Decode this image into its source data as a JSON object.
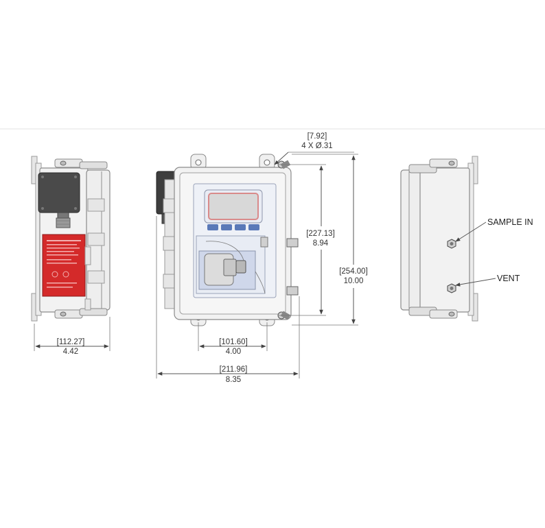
{
  "dimensions": {
    "hole_mm": "[7.92]",
    "hole_in": "4 X Ø.31",
    "depth_mm": "[112.27]",
    "depth_in": "4.42",
    "inner_height_mm": "[227.13]",
    "inner_height_in": "8.94",
    "height_mm": "[254.00]",
    "height_in": "10.00",
    "mount_width_mm": "[101.60]",
    "mount_width_in": "4.00",
    "width_mm": "[211.96]",
    "width_in": "8.35"
  },
  "callouts": {
    "sample_in": "SAMPLE IN",
    "vent": "VENT"
  },
  "colors": {
    "label_red": "#d42a2a",
    "junction_box": "#4a4a4a",
    "lcd_frame": "#d98a8a",
    "keypad_blue": "#5a79b8",
    "window_blue": "#cfd7ea"
  }
}
